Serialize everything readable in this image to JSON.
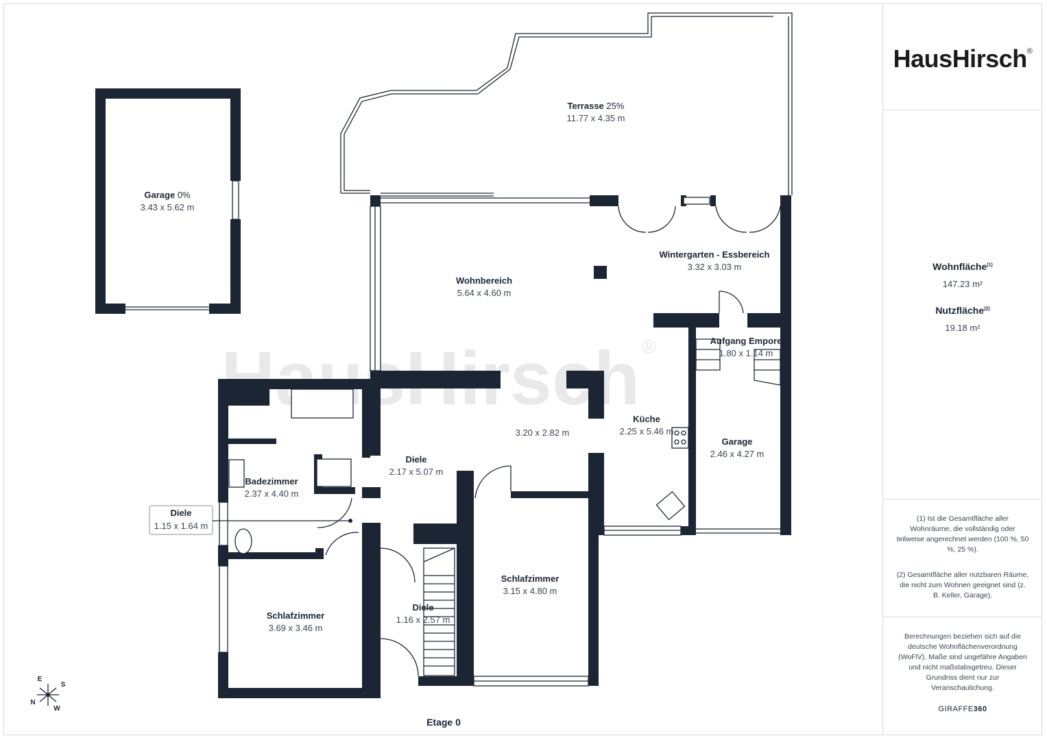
{
  "brand": {
    "name": "HausHirsch",
    "reg": "®"
  },
  "watermark": {
    "text": "HausHirsch",
    "reg": "®"
  },
  "floor_label": "Etage 0",
  "compass": {
    "e": "E",
    "s": "S",
    "n": "N",
    "w": "W"
  },
  "rooms": {
    "garage_detached": {
      "name": "Garage",
      "pct": "0%",
      "dims": "3.43 x 5.62 m"
    },
    "terrasse": {
      "name": "Terrasse",
      "pct": "25%",
      "dims": "11.77 x 4.35 m"
    },
    "wohnbereich": {
      "name": "Wohnbereich",
      "dims": "5.64 x 4.60 m"
    },
    "wintergarten": {
      "name": "Wintergarten - Essbereich",
      "dims": "3.32 x 3.03 m"
    },
    "aufgang": {
      "name": "Aufgang Empore",
      "dims": "1.80 x 1.14 m"
    },
    "kueche": {
      "name": "Küche",
      "dims": "2.25 x 5.46 m"
    },
    "essraum": {
      "dims": "3.20 x 2.82 m"
    },
    "garage": {
      "name": "Garage",
      "dims": "2.46 x 4.27 m"
    },
    "diele_main": {
      "name": "Diele",
      "dims": "2.17 x 5.07 m"
    },
    "badezimmer": {
      "name": "Badezimmer",
      "dims": "2.37 x 4.40 m"
    },
    "diele_small": {
      "name": "Diele",
      "dims": "1.15 x 1.64 m"
    },
    "schlafzimmer_1": {
      "name": "Schlafzimmer",
      "dims": "3.15 x 4.80 m"
    },
    "schlafzimmer_2": {
      "name": "Schlafzimmer",
      "dims": "3.69 x 3.46 m"
    },
    "diele_stairs": {
      "name": "Diele",
      "dims": "1.16 x 2.57 m"
    }
  },
  "panel": {
    "wohnflaeche_label": "Wohnfläche",
    "wohnflaeche_sup": "(1)",
    "wohnflaeche_value": "147.23 m²",
    "nutzflaeche_label": "Nutzfläche",
    "nutzflaeche_sup": "(2)",
    "nutzflaeche_value": "19.18 m²",
    "note1": "(1) Ist die Gesamtfläche aller Wohnräume, die vollständig oder teilweise angerechnet werden (100 %, 50 %, 25 %).",
    "note2": "(2) Gesamtfläche aller nutzbaren Räume, die nicht zum Wohnen geeignet sind (z. B. Keller, Garage).",
    "note3": "Berechnungen beziehen sich auf die deutsche Wohnflächenverordnung (WoFlV). Maße sind ungefähre Angaben und nicht maßstabsgetreu. Dieser Grundriss dient nur zur Veranschaulichung.",
    "giraffe_a": "GIRAFFE",
    "giraffe_b": "360"
  }
}
